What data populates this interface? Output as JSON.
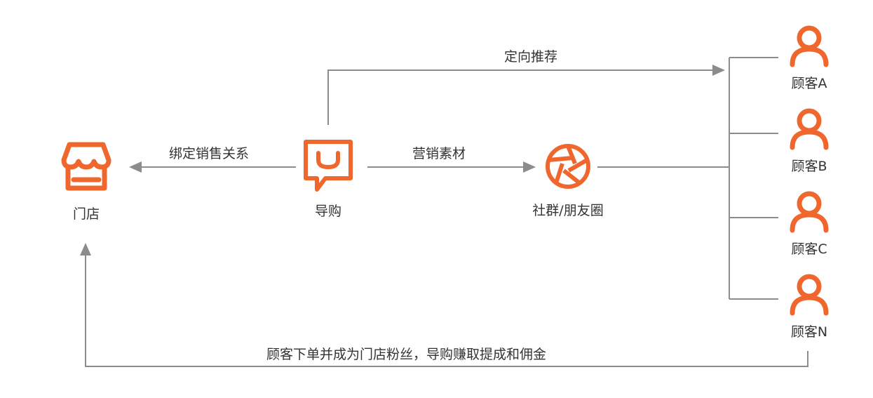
{
  "accent_color": "#F0672D",
  "line_color": "#8C8C8C",
  "nodes": {
    "store": {
      "label": "门店",
      "icon": "store-icon"
    },
    "guide": {
      "label": "导购",
      "icon": "chat-bubble-smile-icon"
    },
    "social": {
      "label": "社群/朋友圈",
      "icon": "camera-aperture-icon"
    },
    "customers": [
      {
        "label": "顾客A",
        "icon": "person-icon"
      },
      {
        "label": "顾客B",
        "icon": "person-icon"
      },
      {
        "label": "顾客C",
        "icon": "person-icon"
      },
      {
        "label": "顾客N",
        "icon": "person-icon"
      }
    ]
  },
  "edges": {
    "targeted_recommend": "定向推荐",
    "bind_sales": "绑定销售关系",
    "marketing_material": "营销素材",
    "bottom_loop": "顾客下单并成为门店粉丝，导购赚取提成和佣金"
  }
}
